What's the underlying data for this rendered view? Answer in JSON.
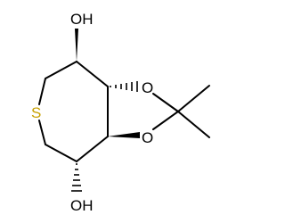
{
  "molecule": {
    "atoms": {
      "oh_top": "OH",
      "oh_bottom": "OH",
      "o_upper": "O",
      "o_lower": "O",
      "sulfur": "S"
    },
    "colors": {
      "bond": "#000000",
      "label": "#000000",
      "sulfur": "#c8a000",
      "background": "#ffffff"
    }
  }
}
